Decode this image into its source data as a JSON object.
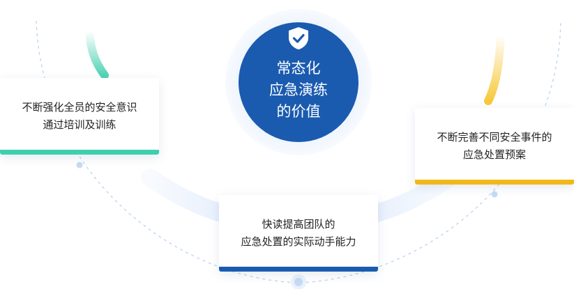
{
  "center": {
    "icon": "shield-check-icon",
    "title_lines": [
      "常态化",
      "应急演练",
      "的价值"
    ],
    "color": "#1a5bb0"
  },
  "cards": [
    {
      "position": "left",
      "lines": [
        "不断强化全员的安全意识",
        "通过培训及训练"
      ],
      "accent": "#3ecfac"
    },
    {
      "position": "right",
      "lines": [
        "不断完善不同安全事件的",
        "应急处置预案"
      ],
      "accent": "#f2b81a"
    },
    {
      "position": "bottom",
      "lines": [
        "快读提高团队的",
        "应急处置的实际动手能力"
      ],
      "accent": "#1a5bb0"
    }
  ]
}
